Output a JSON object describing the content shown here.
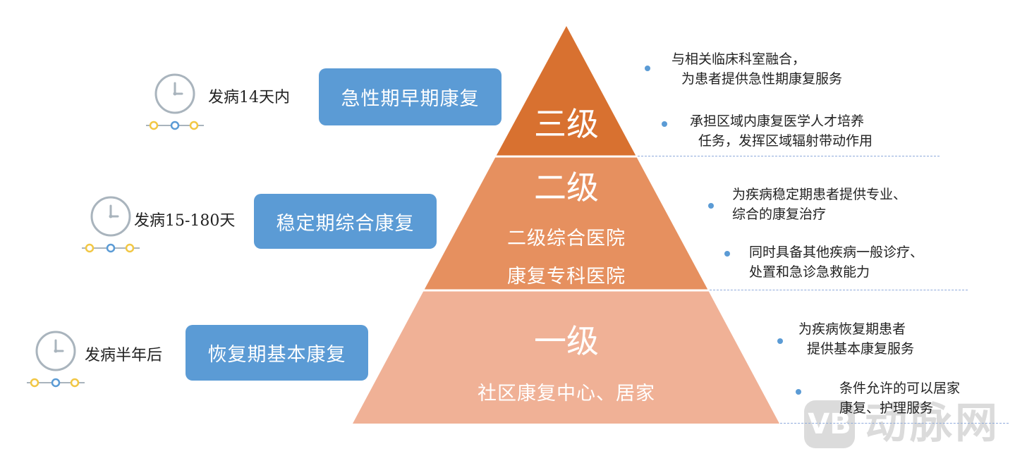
{
  "pyramid": {
    "tiers": [
      {
        "title": "三级",
        "subtitles": [],
        "color": "#d87130"
      },
      {
        "title": "二级",
        "subtitles": [
          "二级综合医院",
          "康复专科医院"
        ],
        "color": "#e6905f"
      },
      {
        "title": "一级",
        "subtitles": [
          "社区康复中心、居家"
        ],
        "color": "#f0b196"
      }
    ]
  },
  "phases": [
    {
      "time": "发病14天内",
      "label": "急性期早期康复"
    },
    {
      "time": "发病15-180天",
      "label": "稳定期综合康复"
    },
    {
      "time": "发病半年后",
      "label": "恢复期基本康复"
    }
  ],
  "notes": [
    {
      "lines": [
        "与相关临床科室融合，",
        "为患者提供急性期康复服务"
      ]
    },
    {
      "lines": [
        "承担区域内康复医学人才培养",
        "任务，发挥区域辐射带动作用"
      ]
    },
    {
      "lines": [
        "为疾病稳定期患者提供专业、",
        "综合的康复治疗"
      ]
    },
    {
      "lines": [
        "同时具备其他疾病一般诊疗、",
        "处置和急诊急救能力"
      ]
    },
    {
      "lines": [
        "为疾病恢复期患者",
        "提供基本康复服务"
      ]
    },
    {
      "lines": [
        "条件允许的可以居家",
        "康复、护理服务"
      ]
    }
  ],
  "watermark": {
    "text": "动脉网",
    "icon": "vb-logo"
  },
  "colors": {
    "box": "#5b9bd5",
    "bullet": "#5b9bd5",
    "dash": "#8eaadb",
    "clock": "#a9b4bd",
    "dot_yellow": "#f2c744",
    "dot_blue": "#5b9bd5"
  }
}
